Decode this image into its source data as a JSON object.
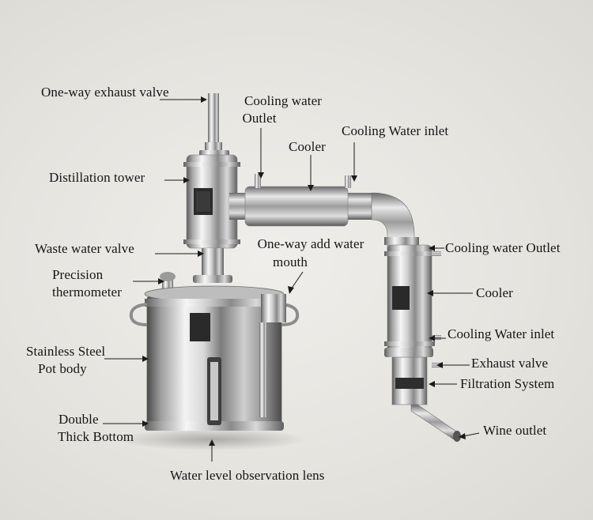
{
  "labels": {
    "exhaust_valve_top": "One-way exhaust valve",
    "cooling_water_outlet_top_1": "Cooling water",
    "cooling_water_outlet_top_2": "Outlet",
    "cooling_water_inlet_top": "Cooling Water inlet",
    "cooler_top": "Cooler",
    "distillation_tower": "Distillation tower",
    "waste_water_valve": "Waste water valve",
    "add_water_mouth_1": "One-way add water",
    "add_water_mouth_2": "mouth",
    "thermometer_1": "Precision",
    "thermometer_2": "thermometer",
    "pot_body_1": "Stainless Steel",
    "pot_body_2": "Pot body",
    "bottom_1": "Double",
    "bottom_2": "Thick Bottom",
    "observation_lens": "Water level observation lens",
    "cooling_water_outlet_right": "Cooling water Outlet",
    "cooler_right": "Cooler",
    "cooling_water_inlet_right": "Cooling Water inlet",
    "exhaust_valve_right": "Exhaust valve",
    "filtration_system": "Filtration System",
    "wine_outlet": "Wine outlet"
  },
  "colors": {
    "background": "#e8e6e1",
    "label_text": "#151515",
    "steel_light": "#f4f4f4",
    "steel_mid": "#b9b9b9",
    "steel_dark": "#6d6d6d"
  },
  "icons": [
    "arrow-left-icon",
    "arrow-down-icon",
    "arrow-up-icon",
    "arrow-diagonal-icon"
  ]
}
